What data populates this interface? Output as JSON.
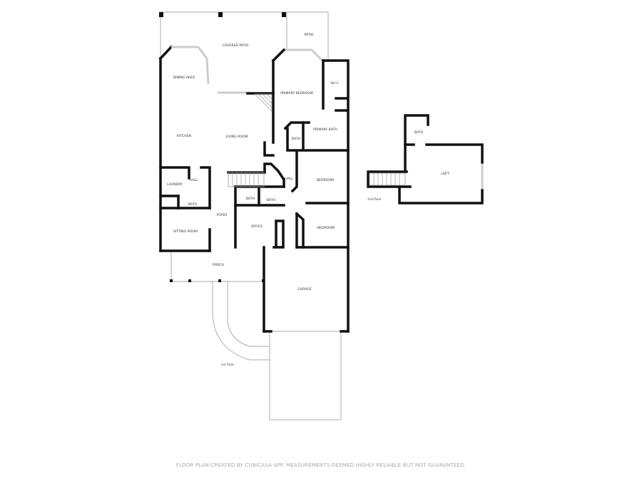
{
  "first_floor": {
    "label": "1st floor",
    "rooms": {
      "covered_patio": "COVERED PATIO",
      "patio": "PATIO",
      "dining_area": "DINING AREA",
      "kitchen": "KITCHEN",
      "living_room": "LIVING ROOM",
      "primary_bedroom": "PRIMARY BEDROOM",
      "wic": "W.I.C.",
      "primary_bath": "PRIMARY BATH",
      "bath_primary_side": "BATH",
      "laundry": "LAUNDRY",
      "hall_laundry": "HALL",
      "bath_laundry": "BATH",
      "hall_center": "HALL",
      "bath_center_1": "BATH",
      "bath_center_2": "BATH",
      "bedroom_1": "BEDROOM",
      "bedroom_2": "BEDROOM",
      "foyer": "FOYER",
      "sitting_room": "SITTING ROOM",
      "office": "OFFICE",
      "porch": "PORCH",
      "garage": "GARAGE"
    }
  },
  "second_floor": {
    "label": "2nd floor",
    "rooms": {
      "bath": "BATH",
      "loft": "LOFT"
    }
  },
  "footer": "FLOOR PLAN CREATED BY CUBICASA APP. MEASUREMENTS DEEMED HIGHLY RELIABLE BUT NOT GUARANTEED."
}
